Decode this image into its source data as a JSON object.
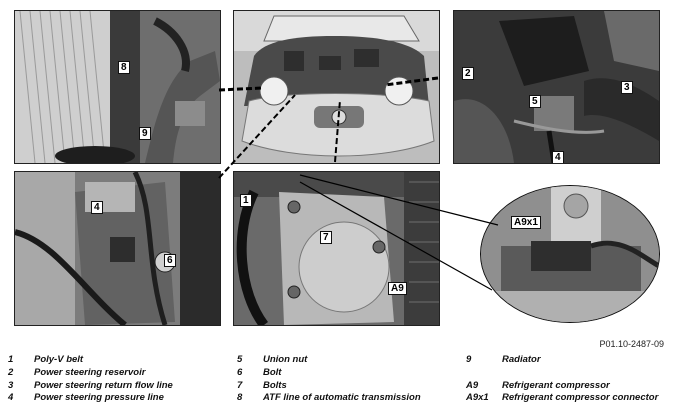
{
  "figure_id": "P01.10-2487-09",
  "labels": {
    "p1_8": "8",
    "p1_9": "9",
    "p3_2": "2",
    "p3_3": "3",
    "p3_5": "5",
    "p3_4": "4",
    "p4_4": "4",
    "p4_6": "6",
    "p5_1": "1",
    "p5_7": "7",
    "p5_a9": "A9",
    "callout_a9x1": "A9x1"
  },
  "legend": [
    {
      "num": "1",
      "text": "Poly-V belt"
    },
    {
      "num": "2",
      "text": "Power steering reservoir"
    },
    {
      "num": "3",
      "text": "Power steering return flow line"
    },
    {
      "num": "4",
      "text": "Power steering pressure line"
    },
    {
      "num": "5",
      "text": "Union nut"
    },
    {
      "num": "6",
      "text": "Bolt"
    },
    {
      "num": "7",
      "text": "Bolts"
    },
    {
      "num": "8",
      "text": "ATF line of automatic transmission"
    },
    {
      "num": "9",
      "text": "Radiator"
    },
    {
      "num": "A9",
      "text": "Refrigerant compressor"
    },
    {
      "num": "A9x1",
      "text": "Refrigerant compressor connector"
    }
  ]
}
